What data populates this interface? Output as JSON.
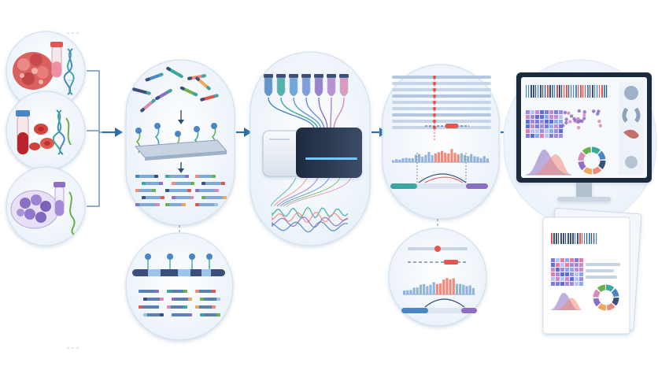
{
  "colors": {
    "navy": "#3a4f7a",
    "blue": "#4a86c5",
    "lightblue": "#9cc3e8",
    "teal": "#3aa7a0",
    "green": "#6ab04c",
    "coral": "#f08a7a",
    "red": "#e0574f",
    "purple": "#8a6fc4",
    "pink": "#d98ab5",
    "orange": "#f2a65a",
    "panel": "#eef4fa",
    "panelStroke": "#c9dcee",
    "arrow": "#2f6fa8"
  },
  "stages": [
    {
      "id": "sample-collection",
      "icons": [
        "tissue-icon",
        "sample-tube-icon",
        "dna-helix-icon",
        "blood-tube-icon",
        "red-blood-cell-icon",
        "cell-culture-dish-icon"
      ]
    },
    {
      "id": "library-preparation",
      "icons": [
        "dna-fragment-icon",
        "probe-capture-icon",
        "flow-cell-icon",
        "adapter-ligated-read-icon"
      ]
    },
    {
      "id": "sequencing",
      "icons": [
        "barcoded-tube-icon",
        "sequencer-icon",
        "signal-trace-icon"
      ]
    },
    {
      "id": "alignment-and-variant-calling",
      "icons": [
        "aligned-reads-icon",
        "variant-marker-icon",
        "coverage-histogram-icon",
        "structural-variant-arc-icon"
      ]
    },
    {
      "id": "analysis-and-report",
      "icons": [
        "monitor-icon",
        "heatmap-icon",
        "density-plot-icon",
        "donut-chart-icon",
        "organ-icon",
        "report-document-icon"
      ]
    }
  ]
}
